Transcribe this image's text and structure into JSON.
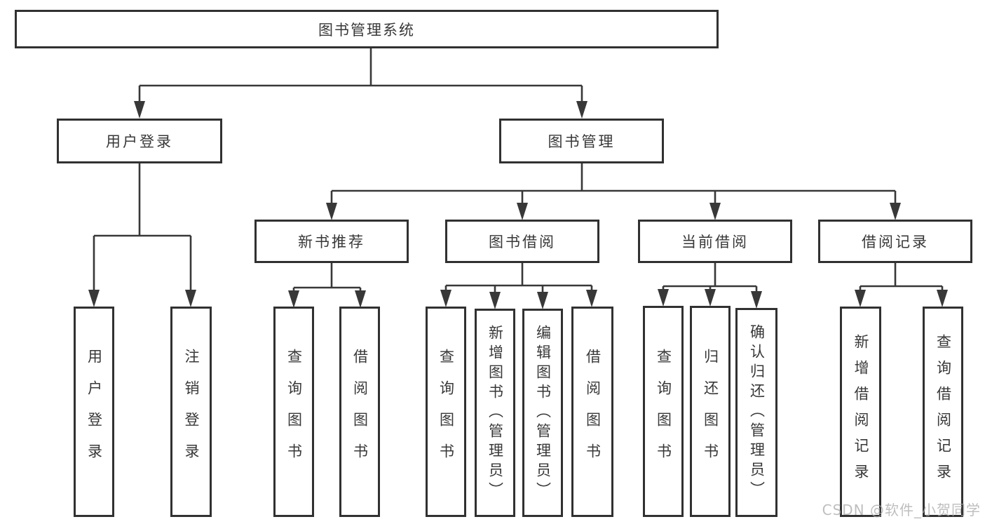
{
  "tree": {
    "root": {
      "label": "图书管理系统"
    },
    "branches": [
      {
        "label": "用户登录",
        "leaves": [
          {
            "label": "用户登录"
          },
          {
            "label": "注销登录"
          }
        ]
      },
      {
        "label": "图书管理",
        "groups": [
          {
            "label": "新书推荐",
            "leaves": [
              {
                "label": "查询图书"
              },
              {
                "label": "借阅图书"
              }
            ]
          },
          {
            "label": "图书借阅",
            "leaves": [
              {
                "label": "查询图书"
              },
              {
                "label": "新增图书（管理员）"
              },
              {
                "label": "编辑图书（管理员）"
              },
              {
                "label": "借阅图书"
              }
            ]
          },
          {
            "label": "当前借阅",
            "leaves": [
              {
                "label": "查询图书"
              },
              {
                "label": "归还图书"
              },
              {
                "label": "确认归还（管理员）"
              }
            ]
          },
          {
            "label": "借阅记录",
            "leaves": [
              {
                "label": "新增借阅记录"
              },
              {
                "label": "查询借阅记录"
              }
            ]
          }
        ]
      }
    ]
  },
  "watermark": {
    "text": "CSDN @软件_小贺同学"
  },
  "colors": {
    "line": "#383838",
    "border": "#313131",
    "text": "#383838",
    "watermark": "#a9a9a9",
    "background": "#ffffff"
  }
}
